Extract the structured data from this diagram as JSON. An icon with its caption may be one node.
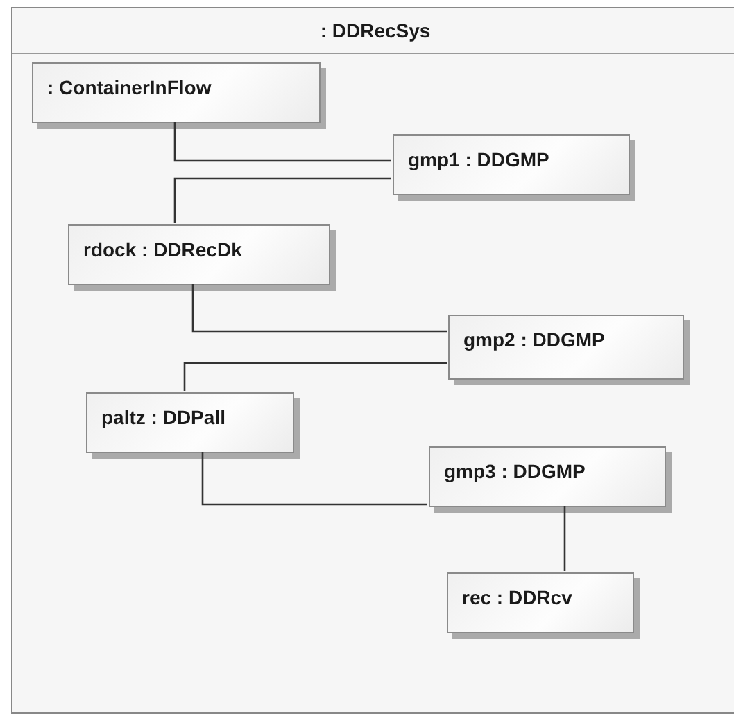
{
  "diagram": {
    "nodes": [
      {
        "text": [
          ": DDRecSys"
        ]
      },
      {
        "text": [
          ": ContainerInFlow"
        ],
        "in": 0
      },
      {
        "text": [
          "gmp1 : DDGMP"
        ],
        "in": 0
      },
      {
        "text": [
          "rdock : DDRecDk"
        ],
        "in": 0
      },
      {
        "text": [
          "gmp2 : DDGMP"
        ],
        "in": 0
      },
      {
        "text": [
          "paltz : DDPall"
        ],
        "in": 0
      },
      {
        "text": [
          "gmp3 : DDGMP"
        ],
        "in": 0
      },
      {
        "text": [
          "rec : DDRcv"
        ],
        "in": 0
      }
    ],
    "edges": [
      {
        "from": 1,
        "to": 2,
        "arrow": "none"
      },
      {
        "from": 2,
        "to": 3,
        "arrow": "none"
      },
      {
        "from": 3,
        "to": 4,
        "arrow": "none"
      },
      {
        "from": 4,
        "to": 5,
        "arrow": "none"
      },
      {
        "from": 5,
        "to": 6,
        "arrow": "none"
      },
      {
        "from": 6,
        "to": 7,
        "arrow": "none"
      }
    ]
  }
}
